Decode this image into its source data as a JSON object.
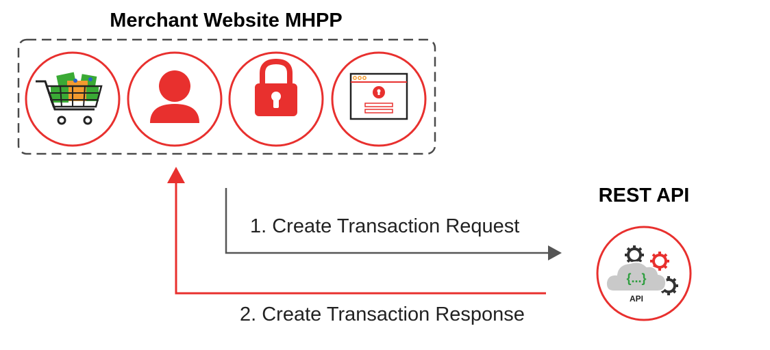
{
  "merchant": {
    "title": "Merchant Website MHPP",
    "icons": [
      "shopping-cart-icon",
      "user-icon",
      "lock-icon",
      "browser-window-icon"
    ]
  },
  "rest_api": {
    "title": "REST API",
    "icon": "cloud-api-gears-icon",
    "icon_text": "API",
    "braces_text": "{...}"
  },
  "flows": {
    "request_label": "1. Create Transaction Request",
    "response_label": "2. Create Transaction Response"
  },
  "colors": {
    "accent_red": "#e8302e",
    "dark_gray": "#555555",
    "dashed_border": "#4a4a4a",
    "cart_green": "#3aaa35",
    "cart_orange": "#f29a2e",
    "cloud_gray": "#c9c9c9",
    "brace_green": "#2e9e3f"
  }
}
